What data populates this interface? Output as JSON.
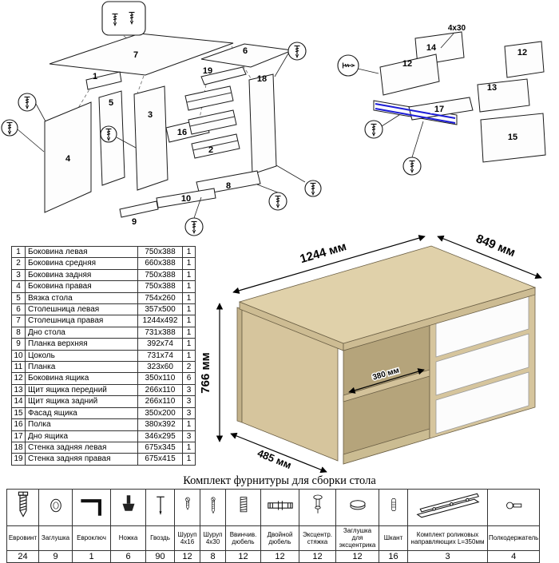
{
  "parts_table": {
    "rows": [
      {
        "num": "1",
        "name": "Боковина левая",
        "size": "750x388",
        "qty": "1"
      },
      {
        "num": "2",
        "name": "Боковина средняя",
        "size": "660x388",
        "qty": "1"
      },
      {
        "num": "3",
        "name": "Боковина задняя",
        "size": "750x388",
        "qty": "1"
      },
      {
        "num": "4",
        "name": "Боковина правая",
        "size": "750x388",
        "qty": "1"
      },
      {
        "num": "5",
        "name": "Вязка стола",
        "size": "754x260",
        "qty": "1"
      },
      {
        "num": "6",
        "name": "Столешница левая",
        "size": "357x500",
        "qty": "1"
      },
      {
        "num": "7",
        "name": "Столешница правая",
        "size": "1244x492",
        "qty": "1"
      },
      {
        "num": "8",
        "name": "Дно стола",
        "size": "731x388",
        "qty": "1"
      },
      {
        "num": "9",
        "name": "Планка верхняя",
        "size": "392x74",
        "qty": "1"
      },
      {
        "num": "10",
        "name": "Цоколь",
        "size": "731x74",
        "qty": "1"
      },
      {
        "num": "11",
        "name": "Планка",
        "size": "323x60",
        "qty": "2"
      },
      {
        "num": "12",
        "name": "Боковина ящика",
        "size": "350x110",
        "qty": "6"
      },
      {
        "num": "13",
        "name": "Щит ящика передний",
        "size": "266x110",
        "qty": "3"
      },
      {
        "num": "14",
        "name": "Щит ящика задний",
        "size": "266x110",
        "qty": "3"
      },
      {
        "num": "15",
        "name": "Фасад ящика",
        "size": "350x200",
        "qty": "3"
      },
      {
        "num": "16",
        "name": "Полка",
        "size": "380x392",
        "qty": "1"
      },
      {
        "num": "17",
        "name": "Дно ящика",
        "size": "346x295",
        "qty": "3"
      },
      {
        "num": "18",
        "name": "Стенка задняя левая",
        "size": "675x345",
        "qty": "1"
      },
      {
        "num": "19",
        "name": "Стенка задняя правая",
        "size": "675x415",
        "qty": "1"
      }
    ]
  },
  "desk": {
    "dims": {
      "width": "1244 мм",
      "depth": "849 мм",
      "height": "766 мм",
      "shelf_depth": "380 мм",
      "leg_depth": "485 мм"
    },
    "wood_color": "#d6c59d",
    "drawer_color": "#fcfcfc"
  },
  "diagrams": {
    "left": {
      "labels": [
        "7",
        "6",
        "19",
        "18",
        "5",
        "3",
        "16",
        "2",
        "4",
        "1",
        "10",
        "8",
        "9"
      ]
    },
    "right": {
      "labels": [
        "14",
        "12",
        "12",
        "13",
        "17",
        "15"
      ],
      "note": "4x30"
    }
  },
  "hardware_table": {
    "title": "Комплект фурнитуры для сборки стола",
    "items": [
      {
        "name": "Евровинт",
        "qty": "24",
        "icon": "confirmat-screw-icon"
      },
      {
        "name": "Заглушка",
        "qty": "9",
        "icon": "plug-cap-icon"
      },
      {
        "name": "Евроключ",
        "qty": "1",
        "icon": "hex-key-icon"
      },
      {
        "name": "Ножка",
        "qty": "6",
        "icon": "foot-icon"
      },
      {
        "name": "Гвоздь",
        "qty": "90",
        "icon": "nail-icon"
      },
      {
        "name": "Шуруп 4x16",
        "qty": "12",
        "icon": "screw-16-icon"
      },
      {
        "name": "Шуруп 4x30",
        "qty": "8",
        "icon": "screw-30-icon"
      },
      {
        "name": "Ввинчив. дюбель",
        "qty": "12",
        "icon": "threaded-dowel-icon"
      },
      {
        "name": "Двойной дюбель",
        "qty": "12",
        "icon": "double-dowel-icon"
      },
      {
        "name": "Эксцентр. стяжка",
        "qty": "12",
        "icon": "cam-bolt-icon"
      },
      {
        "name": "Заглушка для эксцентрика",
        "qty": "12",
        "icon": "cam-cap-icon"
      },
      {
        "name": "Шкант",
        "qty": "16",
        "icon": "wood-dowel-icon"
      },
      {
        "name": "Комплект роликовых направляющих L=350мм",
        "qty": "3",
        "icon": "drawer-slide-kit-icon"
      },
      {
        "name": "Полкодержатель",
        "qty": "4",
        "icon": "shelf-support-icon"
      }
    ]
  }
}
